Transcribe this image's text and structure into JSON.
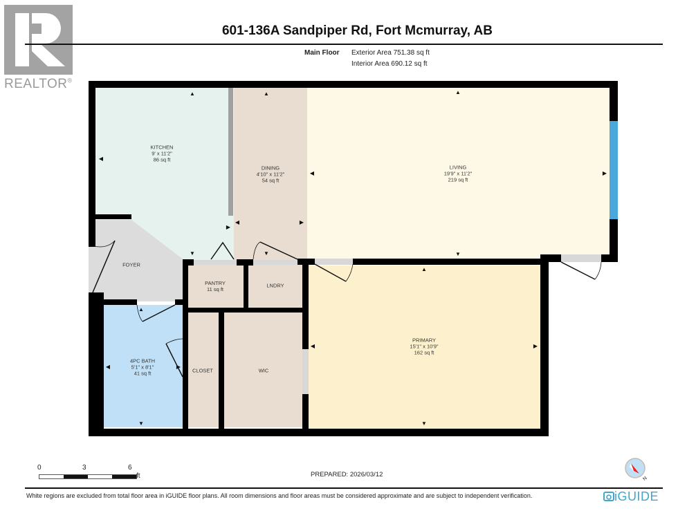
{
  "header": {
    "logo_text": "REALTOR",
    "logo_mark": "®",
    "title": "601-136A Sandpiper Rd, Fort Mcmurray, AB",
    "floor_label": "Main Floor",
    "exterior_area": "Exterior Area 751.38 sq ft",
    "interior_area": "Interior Area 690.12 sq ft"
  },
  "rooms": {
    "kitchen": {
      "name": "KITCHEN",
      "dims": "9' x 11'2\"",
      "area": "86 sq ft",
      "color": "#e6f2ee"
    },
    "dining": {
      "name": "DINING",
      "dims": "4'10\" x 11'2\"",
      "area": "54 sq ft",
      "color": "#e8ddd0"
    },
    "living": {
      "name": "LIVING",
      "dims": "19'9\" x 11'2\"",
      "area": "219 sq ft",
      "color": "#fef8e6"
    },
    "foyer": {
      "name": "FOYER",
      "color": "#dcdcdc"
    },
    "pantry": {
      "name": "PANTRY",
      "area": "11 sq ft",
      "color": "#e8ddd0"
    },
    "laundry": {
      "name": "LNDRY",
      "color": "#e8ddd0"
    },
    "bath": {
      "name": "4PC BATH",
      "dims": "5'1\" x 8'1\"",
      "area": "41 sq ft",
      "color": "#bfe0f7"
    },
    "closet": {
      "name": "CLOSET",
      "color": "#e8ddd0"
    },
    "wic": {
      "name": "WIC",
      "color": "#e8ddd0"
    },
    "primary": {
      "name": "PRIMARY",
      "dims": "15'1\" x 10'9\"",
      "area": "162 sq ft",
      "color": "#fdf0cc"
    }
  },
  "footer": {
    "scale_labels": [
      "0",
      "3",
      "6"
    ],
    "scale_unit": "ft",
    "prepared": "PREPARED: 2026/03/12",
    "disclaimer": "White regions are excluded from total floor area in iGUIDE floor plans. All room dimensions and floor areas must be considered approximate and are subject to independent verification.",
    "brand": "iGUIDE",
    "compass_label": "N"
  },
  "colors": {
    "wall": "#000000",
    "window": "#4aa8dc",
    "brand": "#3fa7c9"
  }
}
